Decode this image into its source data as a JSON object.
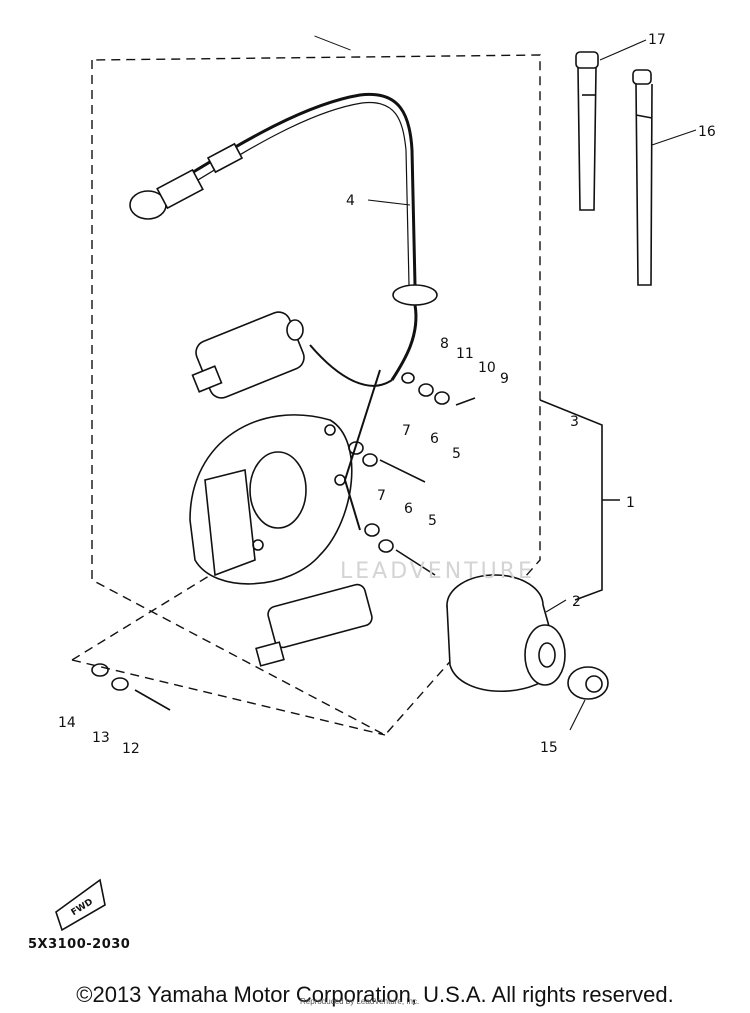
{
  "diagram": {
    "callouts": [
      "1",
      "2",
      "3",
      "4",
      "5",
      "5",
      "6",
      "6",
      "7",
      "7",
      "8",
      "9",
      "10",
      "11",
      "12",
      "13",
      "14",
      "15",
      "16",
      "17"
    ],
    "fwd_label": "FWD",
    "part_code": "5X3100-2030",
    "watermark": "LEADVENTURE"
  },
  "footer": {
    "copyright": "©2013 Yamaha Motor Corporation, U.S.A. All rights reserved.",
    "sub_mark": "Reproduced by LeadVenture, Inc."
  }
}
